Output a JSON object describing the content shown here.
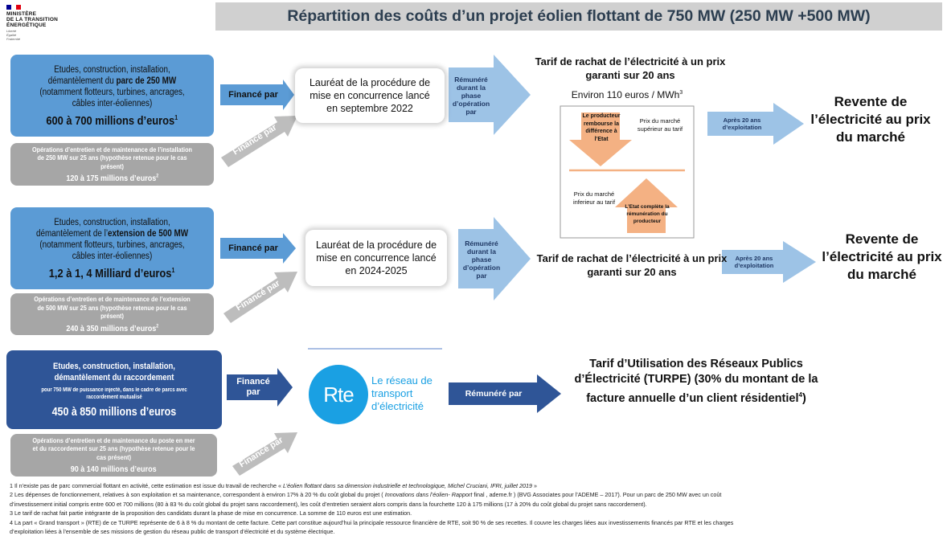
{
  "header": {
    "ministry_line1": "MINISTÈRE",
    "ministry_line2": "DE LA TRANSITION",
    "ministry_line3": "ÉNERGÉTIQUE",
    "motto": [
      "Liberté",
      "Égalité",
      "Fraternité"
    ],
    "title": "Répartition des coûts d’un projet éolien flottant de 750 MW (250 MW +500 MW)"
  },
  "row1": {
    "build_text_pre": "Etudes, construction, installation, démantèlement du ",
    "build_text_bold": "parc de 250 MW",
    "build_text_post": " (notamment flotteurs, turbines, ancrages, câbles inter-éoliennes)",
    "build_amount": "600 à 700 millions d’euros",
    "build_amount_sup": "1",
    "om_text": "Opérations d’entretien et de maintenance de l’installation de 250 MW sur 25 ans (hypothèse retenue pour le cas présent)",
    "om_amount": "120 à 175 millions d’euros",
    "om_amount_sup": "2",
    "finance_label": "Financé par",
    "finance_diag_label": "Financé par",
    "laureate": "Lauréat de la procédure de mise en concurrence lancé en septembre 2022",
    "remunere": "Rémunéré durant la phase d’opération par",
    "tariff_title": "Tarif de rachat de l’électricité à un prix garanti sur 20 ans",
    "tariff_value": "Environ 110 euros / MWh",
    "tariff_value_sup": "3",
    "producer_reimburse": "Le producteur rembourse la différence à l’Etat",
    "market_higher": "Prix du marché supérieur au tarif",
    "market_lower": "Prix du marché inferieur au tarif",
    "state_completes": "L’Etat complète la rémunération du producteur",
    "after20": "Après 20 ans d’exploitation",
    "resale": "Revente de l’électricité au prix du marché"
  },
  "row2": {
    "build_text_pre": "Etudes, construction, installation, démantèlement de l’",
    "build_text_bold": "extension de 500 MW",
    "build_text_post": " (notamment flotteurs, turbines, ancrages, câbles inter-éoliennes)",
    "build_amount": "1,2 à 1, 4 Milliard d’euros",
    "build_amount_sup": "1",
    "om_text": "Opérations d’entretien et de maintenance de l’extension de 500 MW sur 25 ans (hypothèse retenue pour le cas présent)",
    "om_amount": "240 à 350 millions d’euros",
    "om_amount_sup": "2",
    "finance_label": "Financé par",
    "finance_diag_label": "Financé par",
    "laureate": "Lauréat de la procédure de mise en concurrence lancé en 2024-2025",
    "remunere": "Rémunéré durant la phase d’opération par",
    "tariff_title": "Tarif de rachat de l’électricité à un prix garanti sur 20 ans",
    "after20": "Après 20 ans d’exploitation",
    "resale": "Revente de l’électricité au prix du marché"
  },
  "row3": {
    "build_title": "Etudes, construction, installation, démantèlement du raccordement",
    "build_sub": "pour 750 MW de puissance injecté, dans le cadre de parcs avec raccordement mutualisé",
    "build_amount": "450 à 850 millions d’euros",
    "om_text": "Opérations d’entretien et de maintenance du poste en mer et du raccordement sur 25 ans (hypothèse retenue pour le cas présent)",
    "om_amount": "90 à 140 millions d’euros",
    "finance_label": "Financé par",
    "finance_diag_label": "Financé par",
    "rte_logo": "Rte",
    "rte_name": "Le réseau de transport d’électricité",
    "remunere": "Rémunéré par",
    "turpe": "Tarif d’Utilisation des Réseaux Publics d’Électricité (TURPE) (30% du montant de la facture annuelle d’un client résidentiel",
    "turpe_sup": "4",
    "turpe_close": ")"
  },
  "footnotes": {
    "n1_pre": "1 Il n’existe pas de parc commercial flottant en activité, cette estimation est issue du travail de recherche « ",
    "n1_italic": "L’éolien flottant dans sa dimension industrielle et technologique, Michel Cruciani, IFRI, juillet 2019",
    "n1_post": " »",
    "n2_pre": "2 Les dépenses de fonctionnement, relatives à son exploitation et sa maintenance, correspondent à environ 17% à 20 % du coût global du projet ( ",
    "n2_italic": "Innovations dans l’éolien- Rapport",
    "n2_post": " final , ademe.fr ) (BVG Associates pour l’ADEME – 2017). Pour un parc de 250 MW avec un coût",
    "n2_line2": "d’investissement initial compris entre 600 et 700 millions (80 à 83 % du coût global du projet sans raccordement), les coût d’entretien seraient alors compris dans la fourchette 120 à 175 millions (17 à 20% du coût global du projet sans raccordement).",
    "n3": "3 Le tarif de rachat fait partie intégrante de la proposition des candidats durant la phase de mise en concurrence. La somme de 110 euros est une estimation.",
    "n4": "4 La part « Grand transport » (RTE) de ce TURPE représente de 6 à 8 % du montant de cette facture. Cette part constitue aujourd’hui la principale ressource financière de RTE, soit 90 % de ses recettes. Il couvre les charges liées aux investissements financés par RTE et les charges",
    "n4_line2": "d’exploitation liées à l’ensemble de ses missions de gestion du réseau public de transport d’électricité et du système électrique."
  },
  "colors": {
    "blue_box": "#5b9bd5",
    "navy_box": "#2f5597",
    "gray_box": "#a6a6a6",
    "light_arrow": "#9dc3e6",
    "orange_arrow": "#f4b183",
    "title_bar": "#d0d0d0"
  },
  "icons": [
    "flag-icon",
    "rte-logo-icon"
  ]
}
